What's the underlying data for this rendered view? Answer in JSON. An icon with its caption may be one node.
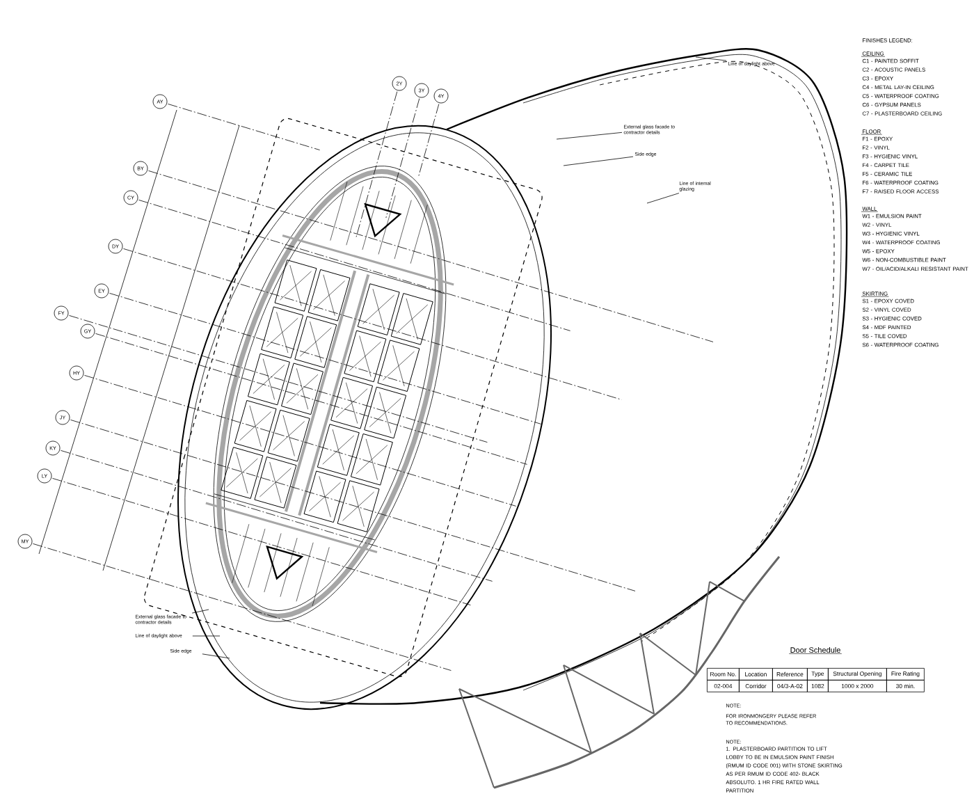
{
  "diagram": {
    "nodes": [
      {
        "text": [
          "Line of daylight above"
        ]
      },
      {
        "text": [
          "External glass facade to contractor details"
        ]
      },
      {
        "text": [
          "Side edge"
        ]
      },
      {
        "text": [
          "Line of internal glazing"
        ]
      },
      {
        "text": [
          "2Y"
        ]
      },
      {
        "text": [
          "3Y"
        ]
      },
      {
        "text": [
          "4Y"
        ]
      },
      {
        "text": [
          "AY"
        ]
      },
      {
        "text": [
          "BY"
        ]
      },
      {
        "text": [
          "CY"
        ]
      },
      {
        "text": [
          "DY"
        ]
      },
      {
        "text": [
          "EY"
        ]
      },
      {
        "text": [
          "FY"
        ]
      },
      {
        "text": [
          "GY"
        ]
      },
      {
        "text": [
          "HY"
        ]
      },
      {
        "text": [
          "JY"
        ]
      },
      {
        "text": [
          "KY"
        ]
      },
      {
        "text": [
          "LY"
        ]
      },
      {
        "text": [
          "MY"
        ]
      },
      {
        "text": [
          "External glass facade to contractor details"
        ]
      },
      {
        "text": [
          "Line of daylight above"
        ]
      },
      {
        "text": [
          "Side edge"
        ]
      }
    ],
    "edges": [
      {
        "from": 0,
        "to": null,
        "arrow": "none"
      },
      {
        "from": 1,
        "to": null,
        "arrow": "none"
      },
      {
        "from": 2,
        "to": null,
        "arrow": "none"
      },
      {
        "from": 3,
        "to": null,
        "arrow": "none"
      },
      {
        "from": 19,
        "to": null,
        "arrow": "none"
      },
      {
        "from": 20,
        "to": null,
        "arrow": "none"
      },
      {
        "from": 21,
        "to": null,
        "arrow": "none"
      }
    ],
    "labels": [
      "FINISHES LEGEND:",
      "CEILING",
      "C1 - PAINTED SOFFIT",
      "C2 - ACOUSTIC PANELS",
      "C3 - EPOXY",
      "C4 - METAL LAY-IN CEILING",
      "C5 - WATERPROOF COATING",
      "C6 - GYPSUM PANELS",
      "C7 - PLASTERBOARD CEILING",
      "FLOOR",
      "F1 - EPOXY",
      "F2 - VINYL",
      "F3 - HYGIENIC VINYL",
      "F4 - CARPET TILE",
      "F5 - CERAMIC TILE",
      "F6 - WATERPROOF COATING",
      "F7 - RAISED FLOOR ACCESS",
      "WALL",
      "W1 - EMULSION PAINT",
      "W2 - VINYL",
      "W3 - HYGIENIC VINYL",
      "W4 - WATERPROOF COATING",
      "W5 - EPOXY",
      "W6 - NON-COMBUSTIBLE PAINT",
      "W7 - OIL/ACID/ALKALI RESISTANT PAINT",
      "SKIRTING",
      "S1 - EPOXY COVED",
      "S2 - VINYL COVED",
      "S3 - HYGIENIC COVED",
      "S4 - MDF PAINTED",
      "S5 - TILE COVED",
      "S6 - WATERPROOF COATING",
      "Door Schedule",
      "Room No.",
      "Location",
      "Reference",
      "Type",
      "Structural Opening",
      "Fire Rating",
      "02-004",
      "Corridor",
      "04/3-A-02",
      "1082",
      "1000 x 2000",
      "30 min.",
      "NOTE:",
      "FOR IRONMONGERY PLEASE REFER TO RECOMMENDATIONS.",
      "NOTE:",
      "1. PLASTERBOARD PARTITION TO LIFT LOBBY TO BE IN EMULSION PAINT FINISH (RMUM ID CODE 001) WITH STONE SKIRTING AS PER RMUM ID CODE 402- BLACK ABSOLUTO. 1 HR FIRE RATED WALL PARTITION"
    ]
  }
}
